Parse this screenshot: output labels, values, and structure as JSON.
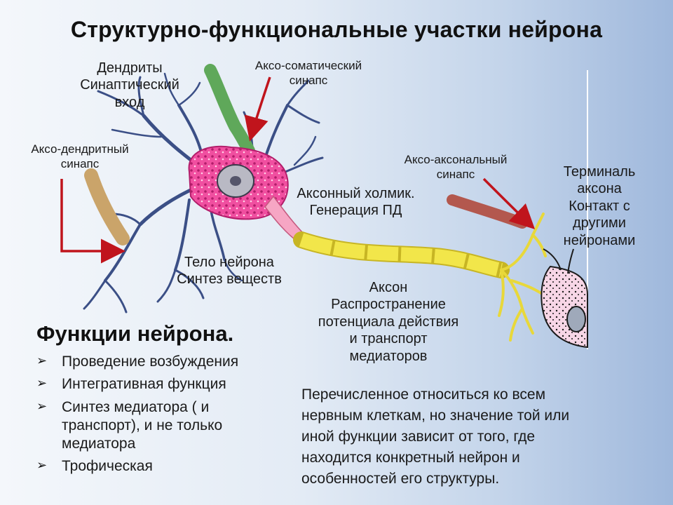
{
  "title": "Структурно-функциональные участки нейрона",
  "labels": {
    "dendrites": [
      "Дендриты",
      "Синаптический",
      "вход"
    ],
    "axo_somatic": [
      "Аксо-соматический",
      "синапс"
    ],
    "axo_dendritic": [
      "Аксо-дендритный",
      "синапс"
    ],
    "axo_axonal": [
      "Аксо-аксональный",
      "синапс"
    ],
    "terminal": [
      "Терминаль",
      "аксона",
      "Контакт с",
      "другими",
      "нейронами"
    ],
    "hillock": [
      "Аксонный холмик.",
      "Генерация ПД"
    ],
    "soma": [
      "Тело нейрона",
      "Синтез веществ"
    ],
    "axon": [
      "Аксон",
      "Распространение",
      "потенциала действия",
      "и транспорт",
      "медиаторов"
    ]
  },
  "functions": {
    "title": "Функции нейрона.",
    "bullet_glyph": "➢",
    "items": [
      [
        "Проведение возбуждения"
      ],
      [
        "Интегративная функция"
      ],
      [
        "Синтез медиатора ( и",
        "транспорт), и не только",
        "медиатора"
      ],
      [
        "Трофическая"
      ]
    ]
  },
  "note": [
    "Перечисленное относиться ко всем",
    "нервным клеткам, но значение той или",
    "иной функции зависит от того, где",
    "находится конкретный нейрон и",
    "особенностей его структуры."
  ],
  "colors": {
    "soma": "#f04fa0",
    "nucleus": "#b9b9c4",
    "hillock": "#f6a6c4",
    "myelin": "#f2e64a",
    "dendrite": "#3b4f86",
    "arrow": "#c0141c",
    "axo_somatic_axon": "#5fa85a",
    "axo_dendritic_axon": "#caa46a",
    "axo_axonal_axon": "#b3584e"
  }
}
